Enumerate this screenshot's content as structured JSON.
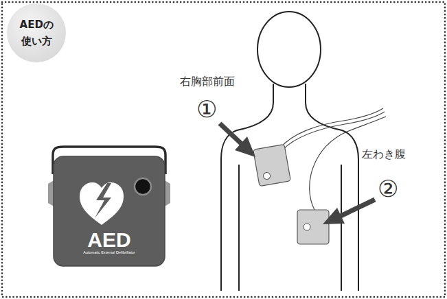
{
  "diagram": {
    "nodes": [
      {
        "text": [
          "AEDの 使い方"
        ]
      },
      {
        "text": [
          "AED",
          "Automatic External Defibrillator"
        ]
      }
    ],
    "labels": [
      "右胸部前面",
      "①",
      "左わき腹",
      "②"
    ]
  }
}
